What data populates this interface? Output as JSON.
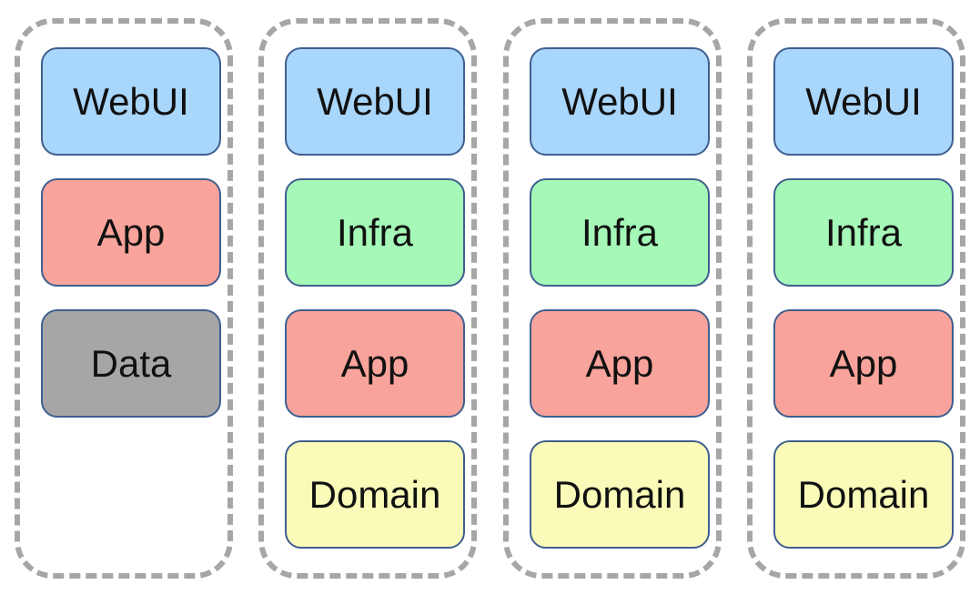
{
  "colors": {
    "webui": "#a9d6fb",
    "app": "#f8a39b",
    "data": "#a6a6a6",
    "infra": "#a5f8b7",
    "domain": "#fafbb8",
    "container_border": "#a6a6a6",
    "box_border": "#3f5f8f"
  },
  "stacks": [
    {
      "layers": [
        {
          "label": "WebUI",
          "kind": "webui"
        },
        {
          "label": "App",
          "kind": "app"
        },
        {
          "label": "Data",
          "kind": "data"
        }
      ]
    },
    {
      "layers": [
        {
          "label": "WebUI",
          "kind": "webui"
        },
        {
          "label": "Infra",
          "kind": "infra"
        },
        {
          "label": "App",
          "kind": "app"
        },
        {
          "label": "Domain",
          "kind": "domain"
        }
      ]
    },
    {
      "layers": [
        {
          "label": "WebUI",
          "kind": "webui"
        },
        {
          "label": "Infra",
          "kind": "infra"
        },
        {
          "label": "App",
          "kind": "app"
        },
        {
          "label": "Domain",
          "kind": "domain"
        }
      ]
    },
    {
      "layers": [
        {
          "label": "WebUI",
          "kind": "webui"
        },
        {
          "label": "Infra",
          "kind": "infra"
        },
        {
          "label": "App",
          "kind": "app"
        },
        {
          "label": "Domain",
          "kind": "domain"
        }
      ]
    }
  ]
}
